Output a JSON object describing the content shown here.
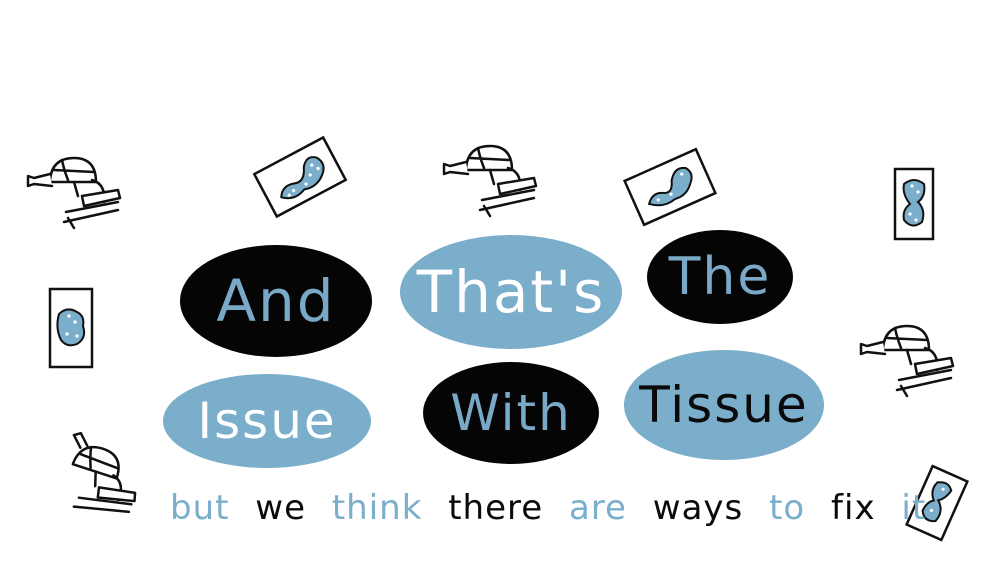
{
  "title_words": [
    "And",
    "That's",
    "The",
    "Issue",
    "With",
    "Tissue"
  ],
  "tagline_words": [
    "but",
    "we",
    "think",
    "there",
    "are",
    "ways",
    "to",
    "fix",
    "it"
  ],
  "colors": {
    "accent_blue": "#7aaecb",
    "oval_black": "#050505",
    "text_dark": "#0a0a0a"
  },
  "icons": [
    "microscope-icon",
    "tissue-slide-icon"
  ]
}
